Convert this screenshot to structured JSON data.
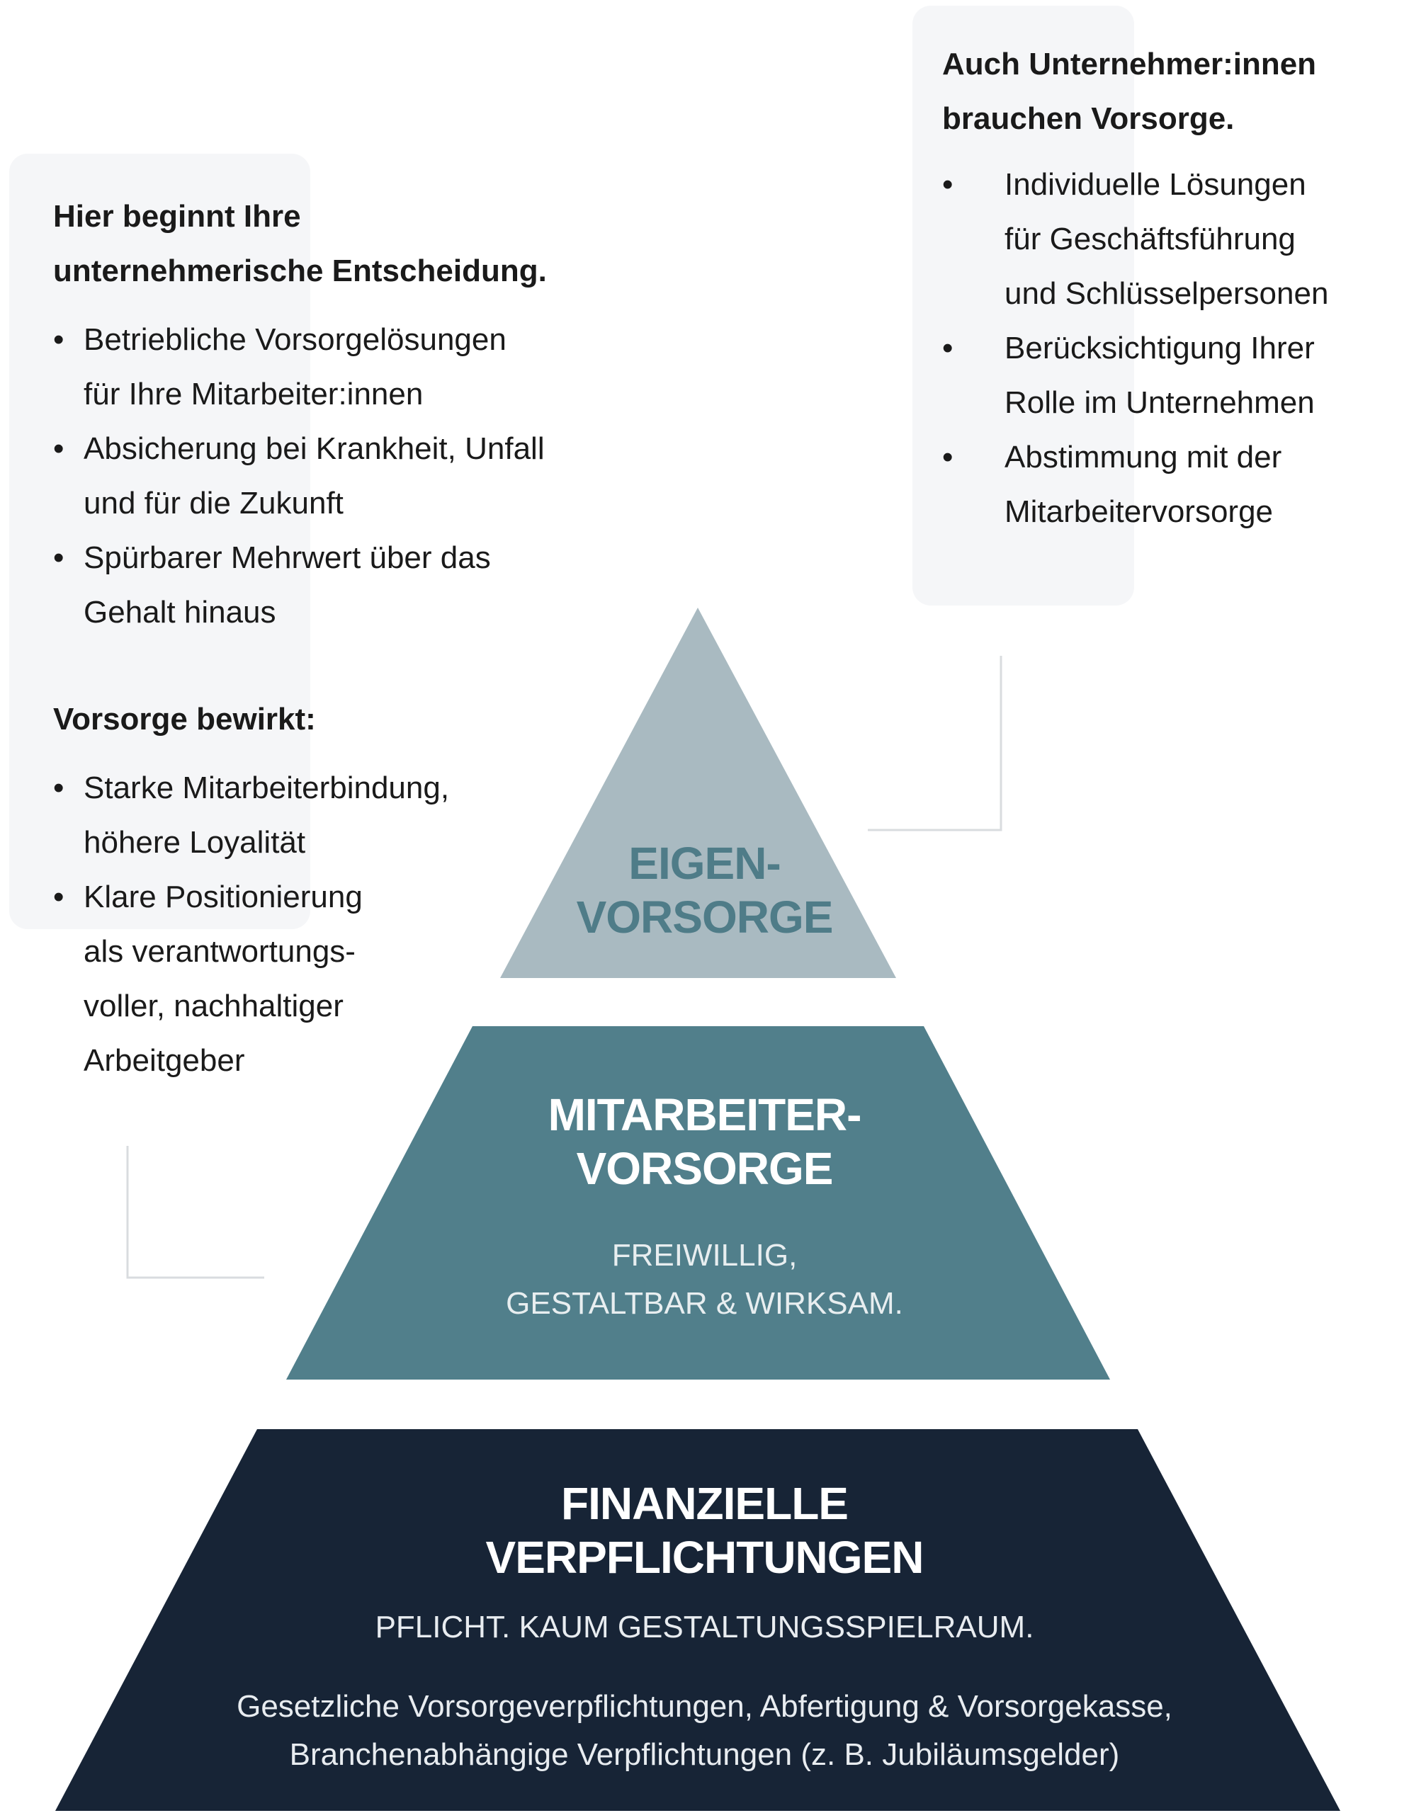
{
  "left_panel": {
    "heading": [
      "Hier beginnt Ihre",
      "unternehmerische Entscheidung."
    ],
    "items": [
      [
        "Betriebliche Vorsorgelösungen",
        "für Ihre Mitarbeiter:innen"
      ],
      [
        "Absicherung bei Krankheit, Unfall",
        "und für die Zukunft"
      ],
      [
        "Spürbarer Mehrwert über das",
        "Gehalt hinaus"
      ]
    ],
    "heading2": "Vorsorge bewirkt:",
    "items2": [
      [
        "Starke Mitarbeiterbindung,",
        "höhere Loyalität"
      ],
      [
        "Klare Positionierung",
        "als verantwortungs-",
        "voller, nachhaltiger",
        "Arbeitgeber"
      ]
    ]
  },
  "right_panel": {
    "heading": [
      "Auch Unternehmer:innen",
      "brauchen Vorsorge."
    ],
    "items": [
      [
        "Individuelle Lösungen",
        "für Geschäftsführung",
        "und Schlüsselpersonen"
      ],
      [
        "Berücksichtigung Ihrer",
        "Rolle im Unternehmen"
      ],
      [
        "Abstimmung mit der",
        "Mitarbeitervorsorge"
      ]
    ]
  },
  "pyramid": {
    "top": {
      "title": [
        "EIGEN-",
        "VORSORGE"
      ],
      "color": "#a9bac1",
      "text_color": "#4f7c88"
    },
    "middle": {
      "title": [
        "MITARBEITER-",
        "VORSORGE"
      ],
      "subtitle": [
        "FREIWILLIG,",
        "GESTALTBAR & WIRKSAM."
      ],
      "color": "#517f8b"
    },
    "bottom": {
      "title": [
        "FINANZIELLE",
        "VERPFLICHTUNGEN"
      ],
      "subtitle": "PFLICHT. KAUM GESTALTUNGSSPIELRAUM.",
      "description": [
        "Gesetzliche Vorsorgeverpflichtungen, Abfertigung & Vorsorgekasse,",
        "Branchenabhängige Verpflichtungen (z. B. Jubiläumsgelder)"
      ],
      "color": "#172436"
    }
  }
}
